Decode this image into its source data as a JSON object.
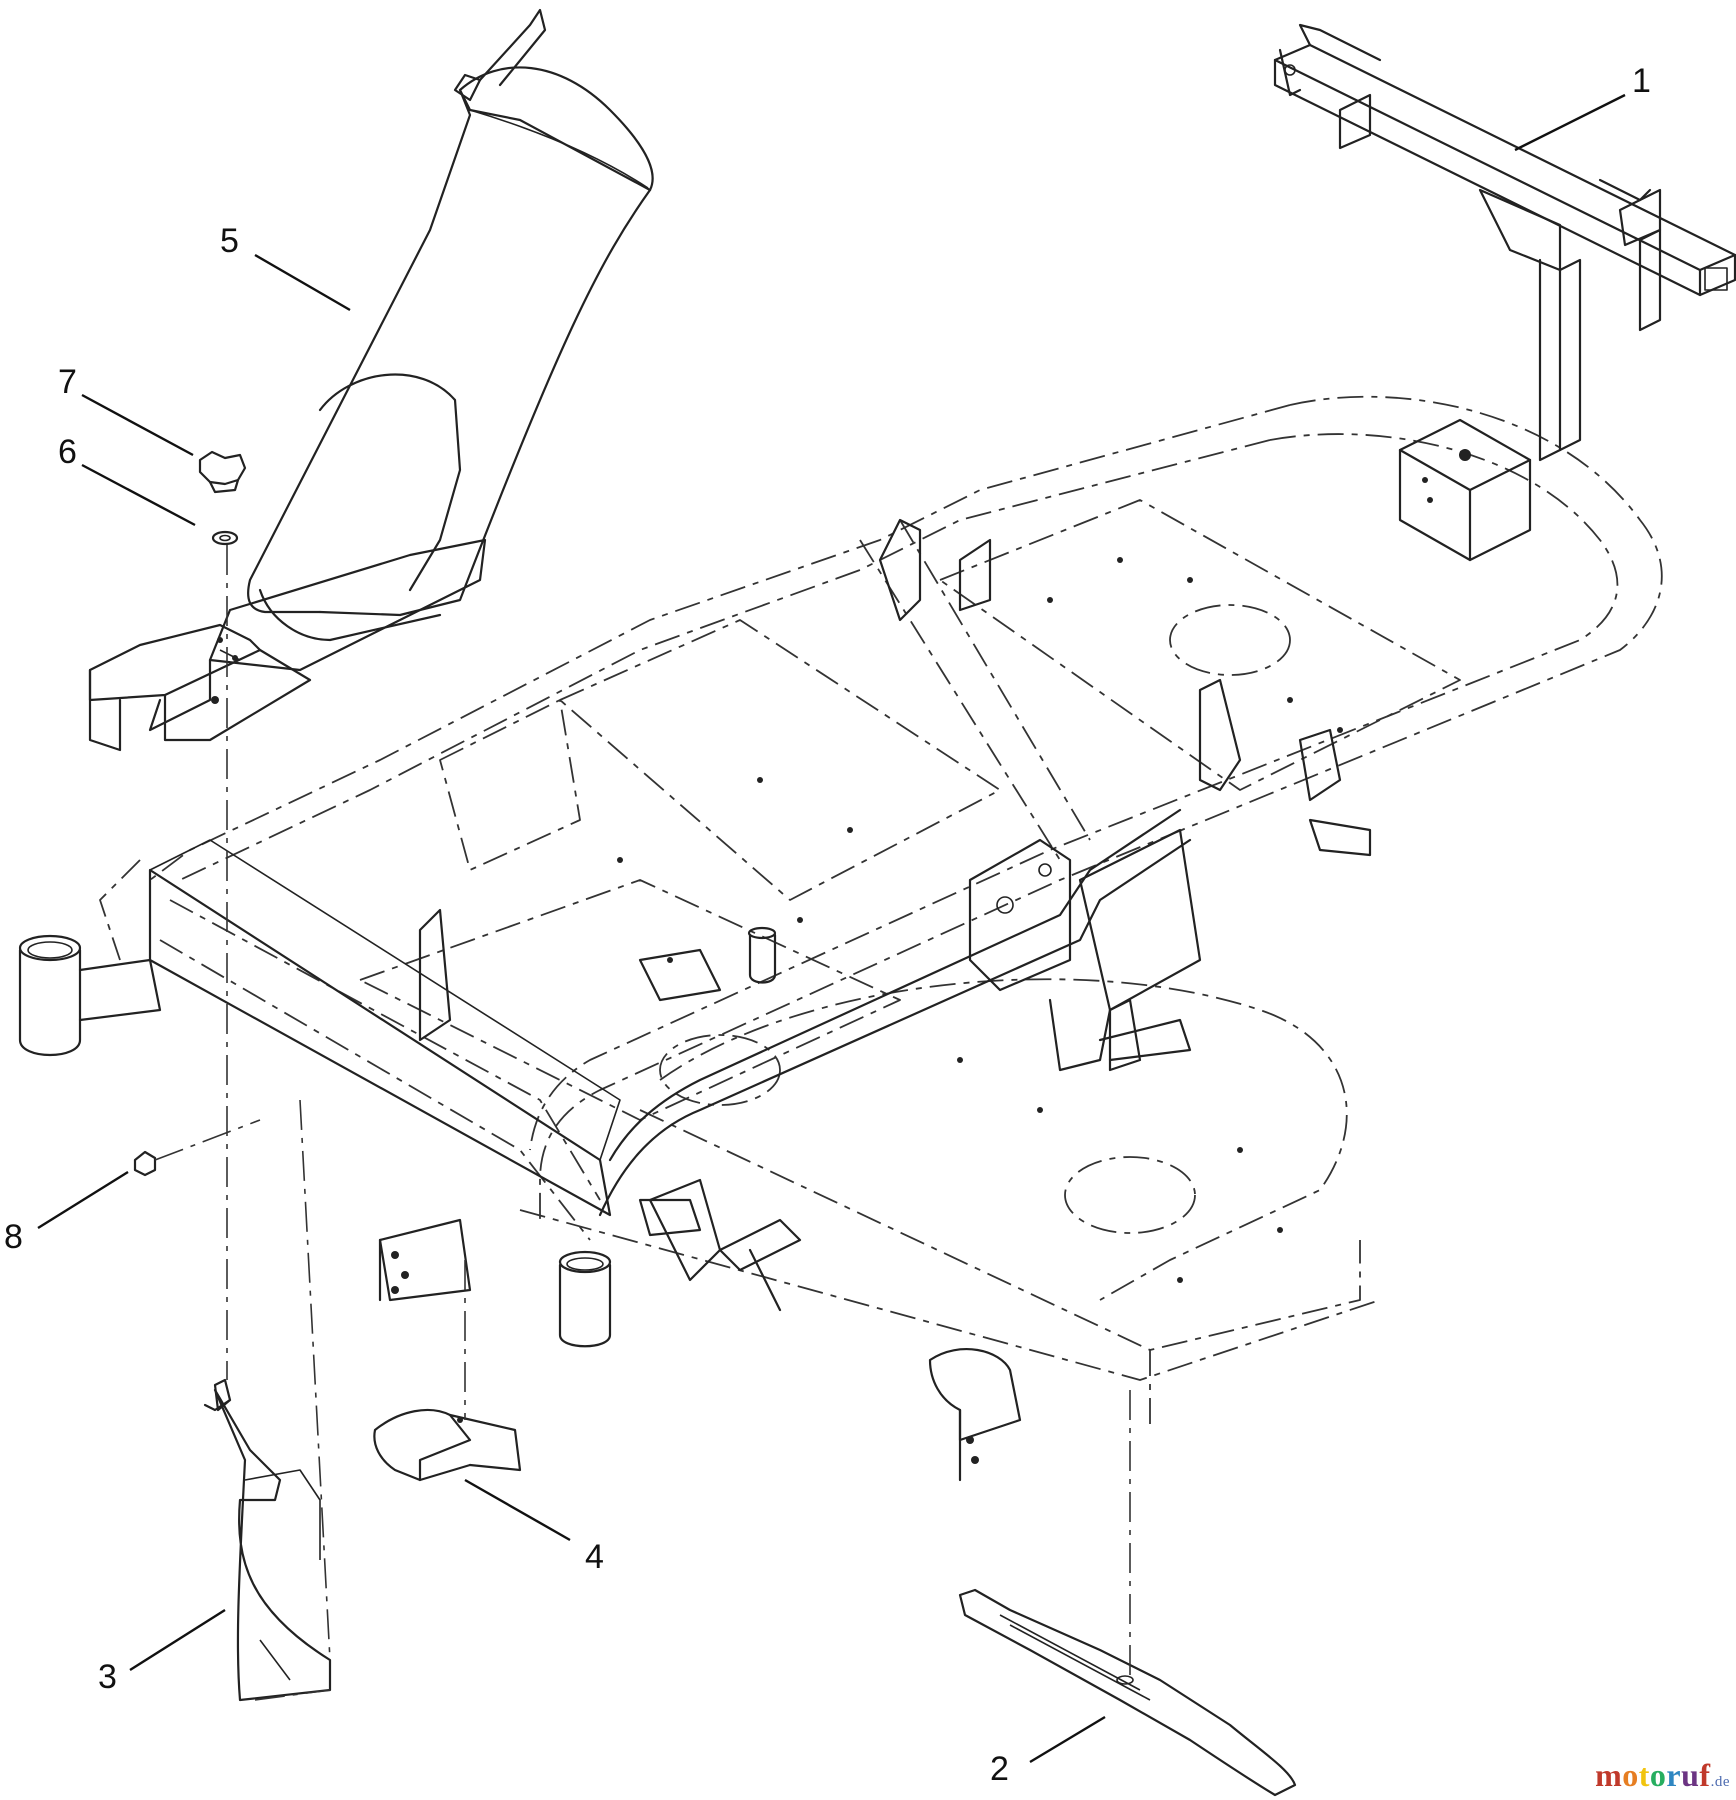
{
  "callouts": [
    {
      "id": "1",
      "label": "1"
    },
    {
      "id": "2",
      "label": "2"
    },
    {
      "id": "3",
      "label": "3"
    },
    {
      "id": "4",
      "label": "4"
    },
    {
      "id": "5",
      "label": "5"
    },
    {
      "id": "6",
      "label": "6"
    },
    {
      "id": "7",
      "label": "7"
    },
    {
      "id": "8",
      "label": "8"
    }
  ],
  "watermark": {
    "letters": [
      "m",
      "o",
      "t",
      "o",
      "r",
      "u",
      "f"
    ],
    "tld": ".de",
    "colors": [
      "#c0392b",
      "#e67e22",
      "#f1c40f",
      "#27ae60",
      "#2e86c1",
      "#6c3483",
      "#c0392b"
    ]
  },
  "colors": {
    "line": "#222222",
    "background": "#ffffff"
  }
}
